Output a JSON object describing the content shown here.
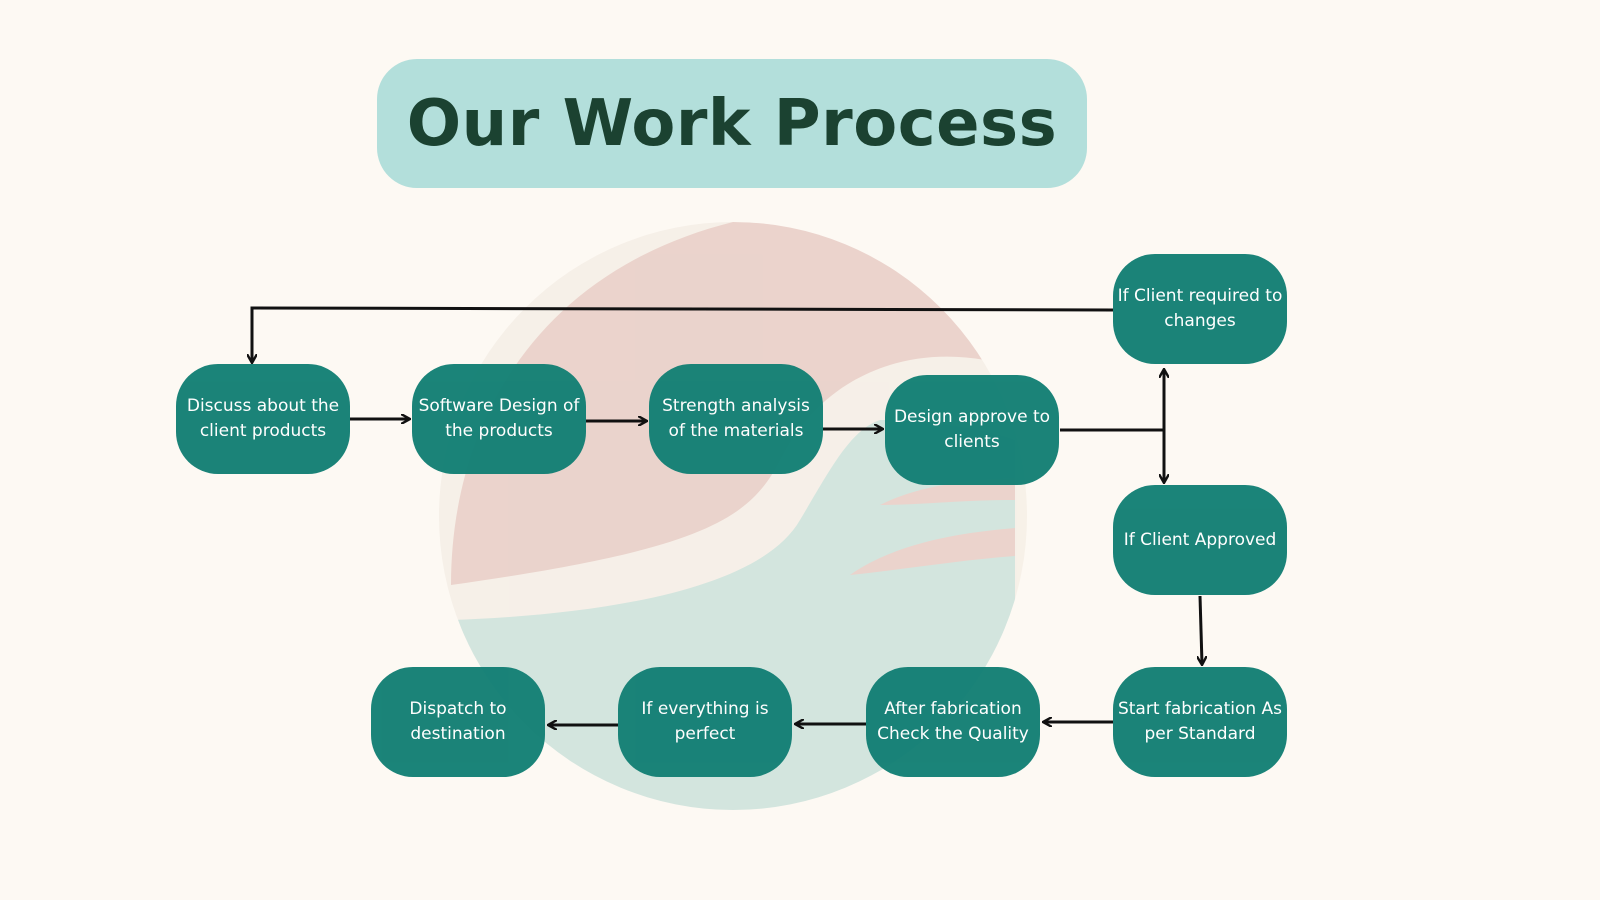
{
  "title": "Our Work Process",
  "colors": {
    "background": "#fdf9f3",
    "title_bg": "#b3dfdb",
    "title_text": "#1b4231",
    "node": "#127f74",
    "node_text": "#ffffff",
    "arrow": "#111111"
  },
  "nodes": {
    "discuss": "Discuss about the client products",
    "software_design": "Software Design of the products",
    "strength_analysis": "Strength analysis of the materials",
    "design_approve": "Design approve to clients",
    "client_changes": "If Client required to changes",
    "client_approved": "If Client Approved",
    "start_fabrication": "Start fabrication As per Standard",
    "check_quality": "After fabrication Check the Quality",
    "everything_perfect": "If everything is perfect",
    "dispatch": "Dispatch to destination"
  }
}
